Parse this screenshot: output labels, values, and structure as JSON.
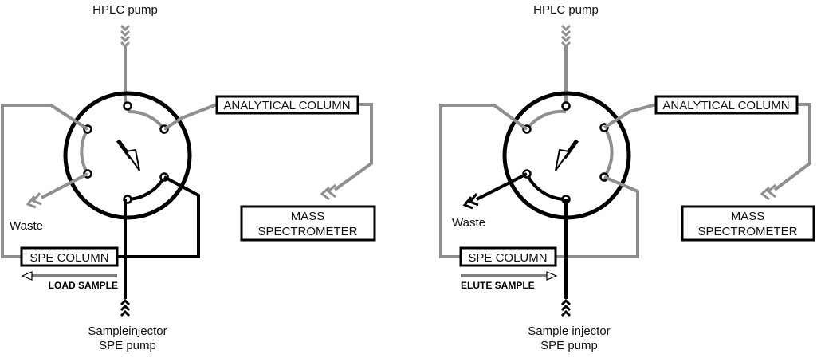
{
  "panels": [
    {
      "id": "load",
      "pump_label": "HPLC pump",
      "column_label": "ANALYTICAL COLUMN",
      "ms_line1": "MASS",
      "ms_line2": "SPECTROMETER",
      "spe_label": "SPE COLUMN",
      "mode_label": "LOAD SAMPLE",
      "waste_label": "Waste",
      "injector_line1": "Sampleinjector",
      "injector_line2": "SPE pump"
    },
    {
      "id": "elute",
      "pump_label": "HPLC pump",
      "column_label": "ANALYTICAL COLUMN",
      "ms_line1": "MASS",
      "ms_line2": "SPECTROMETER",
      "spe_label": "SPE COLUMN",
      "mode_label": "ELUTE SAMPLE",
      "waste_label": "Waste",
      "injector_line1": "Sample injector",
      "injector_line2": "SPE pump"
    }
  ],
  "colors": {
    "gray_line": "#8f8f8f",
    "black_line": "#000000"
  }
}
